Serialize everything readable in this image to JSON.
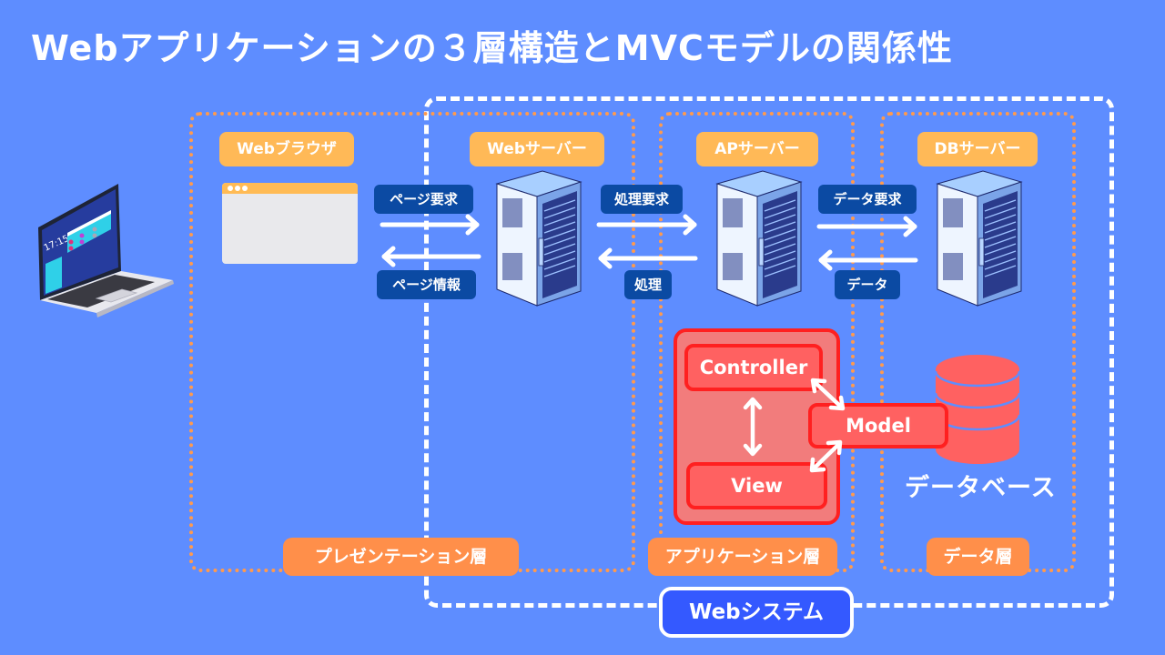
{
  "title": "Webアプリケーションの３層構造とMVCモデルの関係性",
  "colors": {
    "background": "#5e8dff",
    "web_system_border": "#ffffff",
    "layer_border": "#ff9a4d",
    "component_tag": "#ffb957",
    "layer_tag": "#ff8f4a",
    "message_tag": "#0b4aa3",
    "mvc_fill": "#ff6161",
    "mvc_border": "#ff2020",
    "database": "#ff6161"
  },
  "components": {
    "browser": {
      "label": "Webブラウザ"
    },
    "web_server": {
      "label": "Webサーバー"
    },
    "ap_server": {
      "label": "APサーバー"
    },
    "db_server": {
      "label": "DBサーバー"
    }
  },
  "messages": {
    "page_request": "ページ要求",
    "page_info": "ページ情報",
    "process_request": "処理要求",
    "process": "処理",
    "data_request": "データ要求",
    "data": "データ"
  },
  "mvc": {
    "controller": "Controller",
    "model": "Model",
    "view": "View"
  },
  "database": {
    "label": "データベース"
  },
  "layers": {
    "presentation": "プレゼンテーション層",
    "application": "アプリケーション層",
    "data": "データ層"
  },
  "web_system": {
    "label": "Webシステム"
  },
  "laptop": {
    "clock": "17:15"
  }
}
